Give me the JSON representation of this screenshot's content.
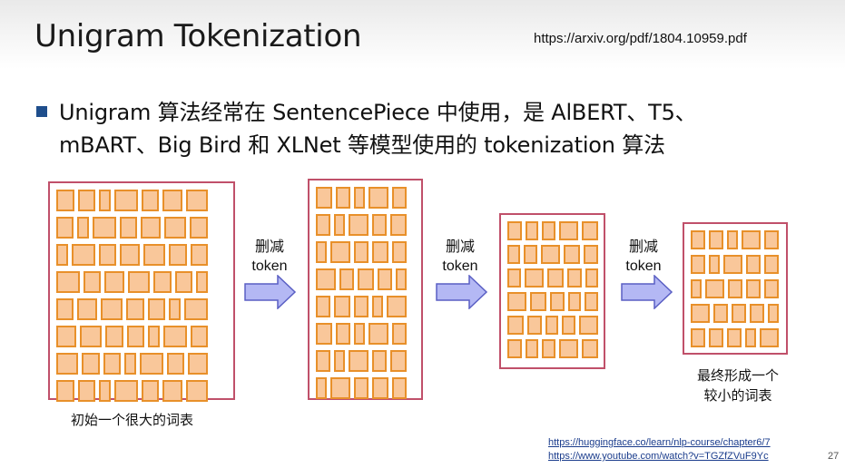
{
  "slide": {
    "title": "Unigram Tokenization",
    "reference_url": "https://arxiv.org/pdf/1804.10959.pdf",
    "bullet": {
      "line1": "Unigram 算法经常在 SentencePiece 中使用，是 AlBERT、T5、",
      "line2": "mBART、Big Bird 和 XLNet 等模型使用的 tokenization 算法"
    },
    "diagram": {
      "step_label": {
        "line1": "删减",
        "line2": "token"
      },
      "initial_caption": "初始一个很大的词表",
      "final_caption": {
        "line1": "最终形成一个",
        "line2": "较小的词表"
      }
    },
    "sources": [
      "https://huggingface.co/learn/nlp-course/chapter6/7",
      "https://www.youtube.com/watch?v=TGZfZVuF9Yc"
    ],
    "page_number": "27"
  },
  "colors": {
    "cell_fill": "#f9c79a",
    "cell_border": "#e8902a",
    "box_border": "#c0506a",
    "arrow_fill": "#b4b8f4",
    "arrow_stroke": "#5a5fc4",
    "bullet_square": "#1f4e8c"
  }
}
